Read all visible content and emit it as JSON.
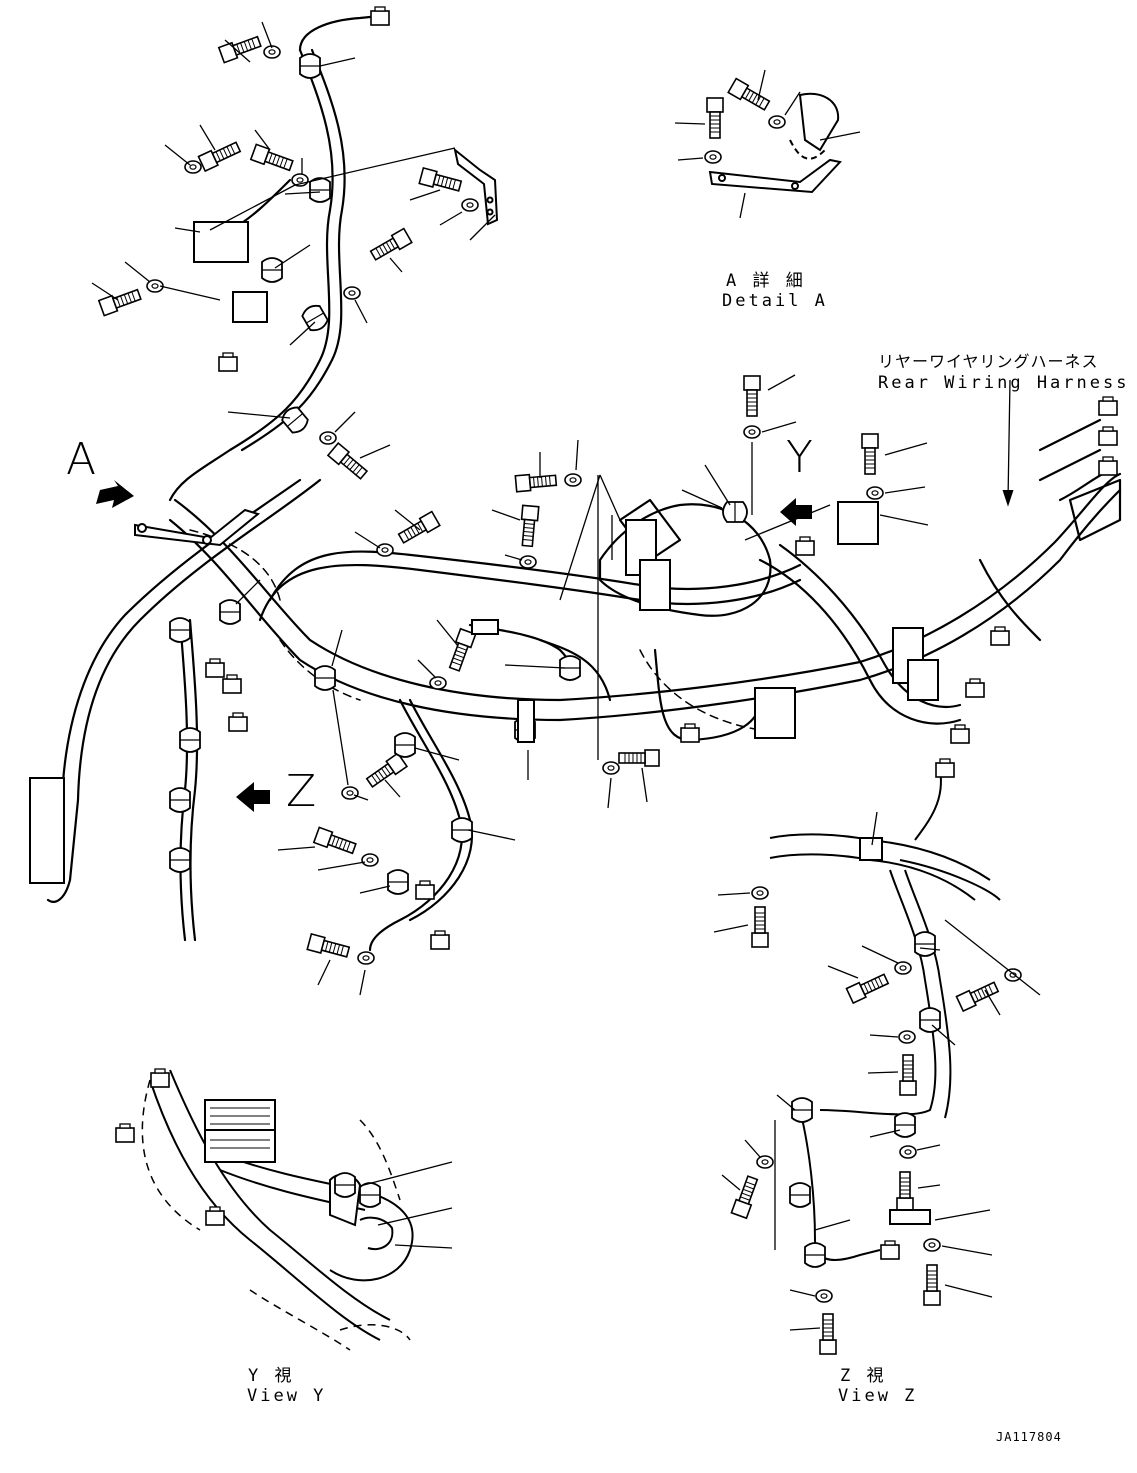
{
  "labels": {
    "detail_a_jp": "A 詳 細",
    "detail_a_en": "Detail A",
    "rear_harness_jp": "リヤーワイヤリングハーネス",
    "rear_harness_en": "Rear Wiring Harness",
    "view_y_jp": "Y 視",
    "view_y_en": "View Y",
    "view_z_jp": "Z 視",
    "view_z_en": "View Z",
    "marker_a": "A",
    "marker_y": "Y",
    "marker_z": "Z",
    "drawing_id": "JA117804"
  },
  "colors": {
    "line": "#000000",
    "background": "#ffffff"
  }
}
